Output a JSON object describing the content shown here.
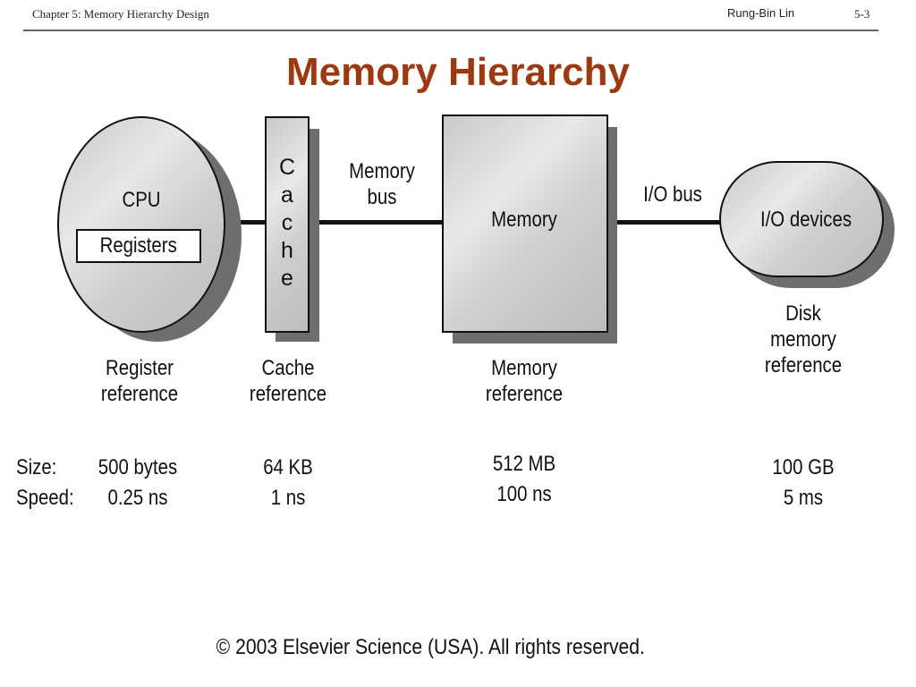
{
  "header": {
    "chapter": "Chapter 5: Memory Hierarchy Design",
    "author": "Rung-Bin Lin",
    "page": "5-3"
  },
  "title": "Memory Hierarchy",
  "diagram": {
    "cpu": {
      "label": "CPU",
      "inner_label": "Registers"
    },
    "cache": {
      "letters": [
        "C",
        "a",
        "c",
        "h",
        "e"
      ]
    },
    "memory_bus": {
      "line1": "Memory",
      "line2": "bus"
    },
    "memory": {
      "label": "Memory"
    },
    "io_bus": {
      "label": "I/O bus"
    },
    "io_devices": {
      "label": "I/O devices"
    }
  },
  "levels": [
    {
      "ref_line1": "Register",
      "ref_line2": "reference",
      "size": "500 bytes",
      "speed": "0.25 ns"
    },
    {
      "ref_line1": "Cache",
      "ref_line2": "reference",
      "size": "64 KB",
      "speed": "1 ns"
    },
    {
      "ref_line1": "Memory",
      "ref_line2": "reference",
      "size": "512 MB",
      "speed": "100 ns"
    },
    {
      "ref_line0": "Disk",
      "ref_line1": "memory",
      "ref_line2": "reference",
      "size": "100 GB",
      "speed": "5 ms"
    }
  ],
  "row_labels": {
    "size": "Size:",
    "speed": "Speed:"
  },
  "footer": {
    "copyright": "© 2003 Elsevier Science (USA). All rights reserved."
  },
  "colors": {
    "title": "#a0380e",
    "shape_fill": "#d4d4d4",
    "shadow": "#6e6e6e"
  }
}
